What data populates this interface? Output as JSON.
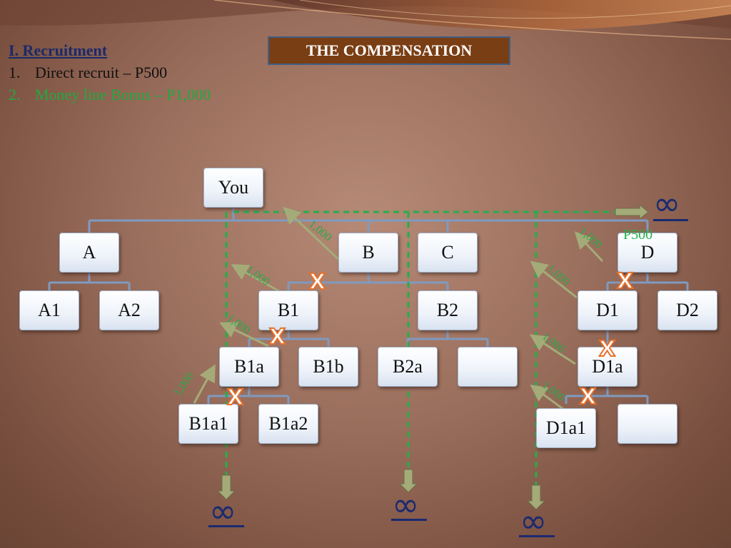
{
  "slide": {
    "title": "THE COMPENSATION",
    "section": "I. Recruitment",
    "items": [
      {
        "num": "1.",
        "text": "Direct recruit – P500"
      },
      {
        "num": "2.",
        "text": "Money line Bonus – P1,000"
      }
    ]
  },
  "nodes": {
    "you": "You",
    "a": "A",
    "b": "B",
    "c": "C",
    "d": "D",
    "a1": "A1",
    "a2": "A2",
    "b1": "B1",
    "b2": "B2",
    "d1": "D1",
    "d2": "D2",
    "b1a": "B1a",
    "b1b": "B1b",
    "b2a": "B2a",
    "b2b": "",
    "d1a": "D1a",
    "b1a1": "B1a1",
    "b1a2": "B1a2",
    "d1a1": "D1a1",
    "d1a2": ""
  },
  "labels": {
    "bonus": "1,000",
    "direct": "P500",
    "infinity": "∞",
    "x": "X"
  },
  "colors": {
    "title_bg": "#7a3e14",
    "dashed_line": "#22b04a",
    "connector": "#7f9ac0",
    "arrow": "#a4ab78",
    "x_mark": "#e8702a",
    "infinity": "#1a2a70"
  }
}
